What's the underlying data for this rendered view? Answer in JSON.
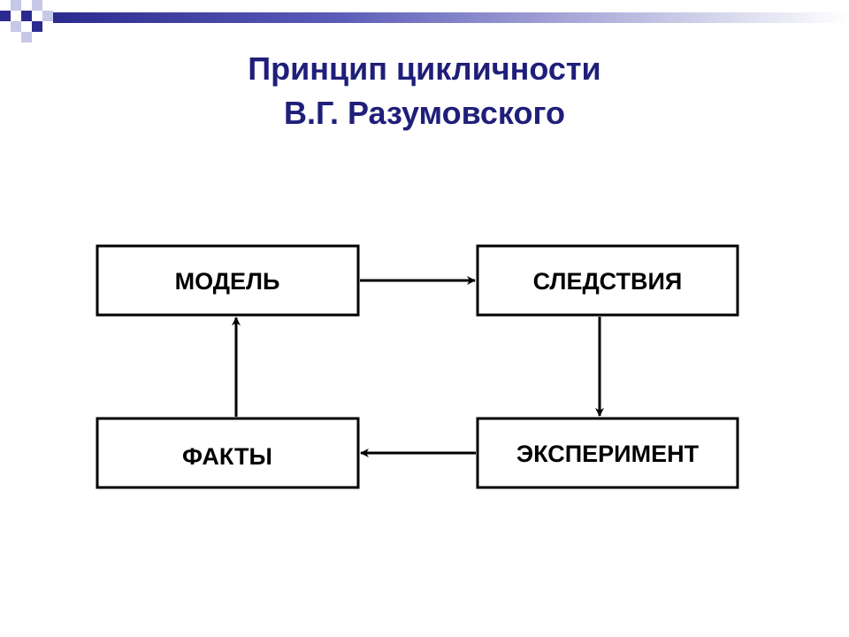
{
  "slide": {
    "title_line_1": "Принцип цикличности",
    "title_line_2": "В.Г. Разумовского"
  },
  "diagram": {
    "nodes": {
      "model": "МОДЕЛЬ",
      "consequences": "СЛЕДСТВИЯ",
      "experiment": "ЭКСПЕРИМЕНТ",
      "facts": "ФАКТЫ"
    },
    "edges": [
      {
        "from": "МОДЕЛЬ",
        "to": "СЛЕДСТВИЯ"
      },
      {
        "from": "СЛЕДСТВИЯ",
        "to": "ЭКСПЕРИМЕНТ"
      },
      {
        "from": "ЭКСПЕРИМЕНТ",
        "to": "ФАКТЫ"
      },
      {
        "from": "ФАКТЫ",
        "to": "МОДЕЛЬ"
      }
    ]
  },
  "colors": {
    "title": "#1f1f7a",
    "accent_dark": "#2b2b8f",
    "accent_light": "#a7a7d8",
    "box_border": "#000000"
  }
}
